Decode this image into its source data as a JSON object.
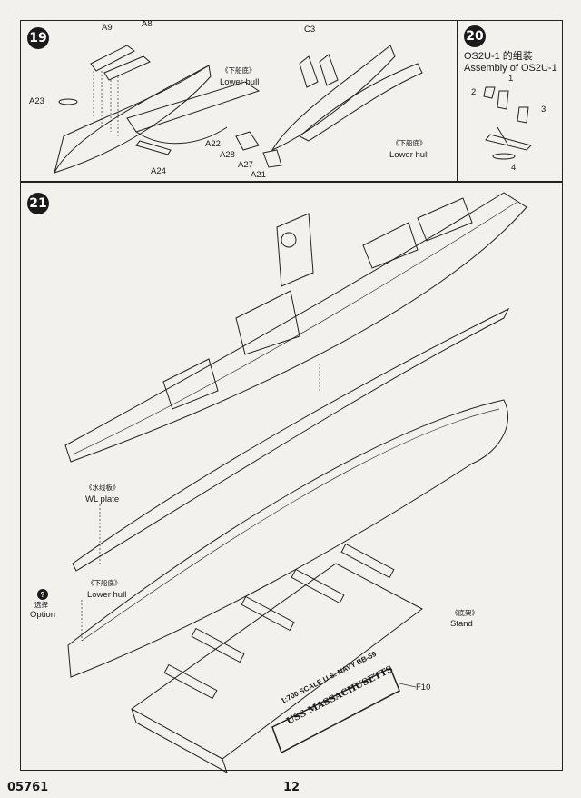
{
  "steps": [
    {
      "number": "19",
      "labels": {
        "a9": "A9",
        "a8": "A8",
        "a23": "A23",
        "a24": "A24",
        "lower_hull_zh": "《下船底》",
        "lower_hull_en": "Lower hull",
        "c3": "C3",
        "a22": "A22",
        "a28": "A28",
        "a27": "A27",
        "a21": "A21",
        "lower_hull_zh_2": "《下船底》",
        "lower_hull_en_2": "Lower hull"
      }
    },
    {
      "number": "20",
      "title_zh": "OS2U-1 的组装",
      "title_en": "Assembly of OS2U-1",
      "parts": [
        "1",
        "2",
        "3",
        "4"
      ]
    },
    {
      "number": "21",
      "labels": {
        "wl_plate_zh": "《水线板》",
        "wl_plate_en": "WL plate",
        "option_badge": "?",
        "option_zh": "选择",
        "option_en": "Option",
        "lower_hull_zh": "《下船底》",
        "lower_hull_en": "Lower hull",
        "stand_zh": "《底架》",
        "stand_en": "Stand",
        "nameplate_part": "F10",
        "nameplate_line1": "1:700 SCALE U.S. NAVY BB-59",
        "nameplate_line2": "USS MASSACHUSETTS"
      }
    }
  ],
  "footer": {
    "code": "05761",
    "page": "12"
  }
}
